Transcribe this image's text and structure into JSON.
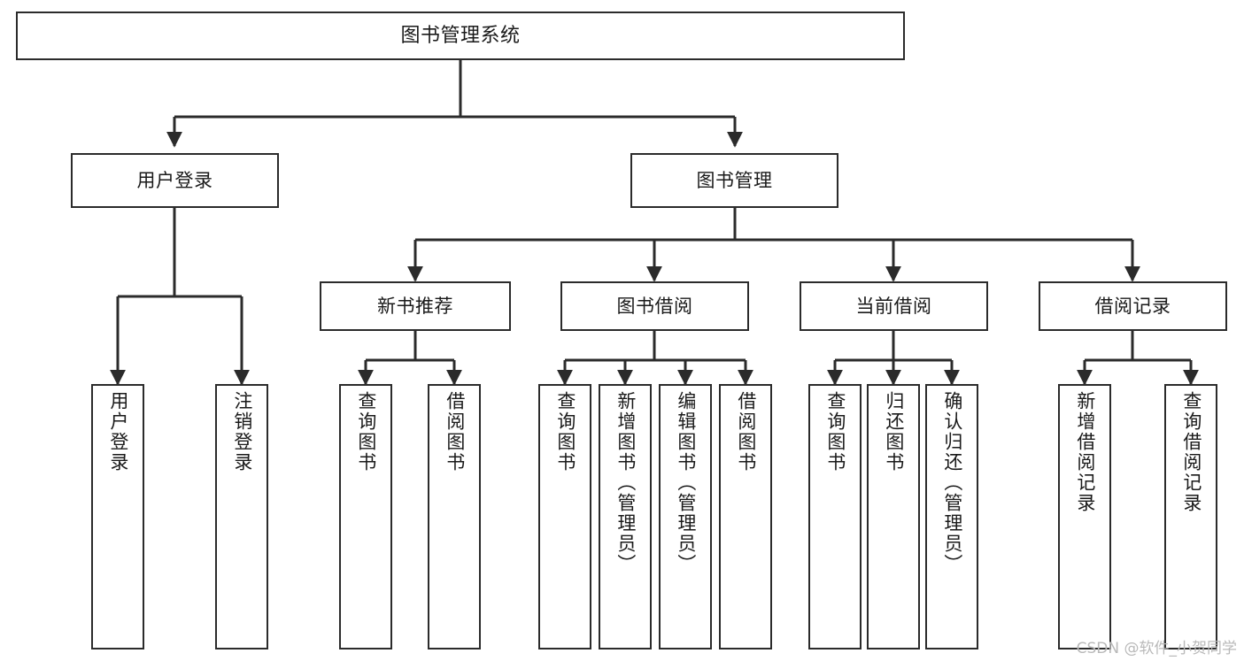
{
  "diagram": {
    "type": "tree",
    "title": "图书管理系统",
    "watermark": "CSDN @软件_小贺同学",
    "colors": {
      "background": "#ffffff",
      "stroke": "#2b2b2b",
      "text": "#1a1a1a",
      "watermark": "#b9b9b9"
    },
    "nodes": {
      "root": {
        "label": "图书管理系统"
      },
      "level1": [
        {
          "label": "用户登录"
        },
        {
          "label": "图书管理"
        }
      ],
      "level2": [
        {
          "label": "新书推荐"
        },
        {
          "label": "图书借阅"
        },
        {
          "label": "当前借阅"
        },
        {
          "label": "借阅记录"
        }
      ],
      "leaves_user_login": [
        {
          "label": "用户登录"
        },
        {
          "label": "注销登录"
        }
      ],
      "leaves_new_book": [
        {
          "label": "查询图书"
        },
        {
          "label": "借阅图书"
        }
      ],
      "leaves_borrow": [
        {
          "label": "查询图书"
        },
        {
          "label": "新增图书（管理员）"
        },
        {
          "label": "编辑图书（管理员）"
        },
        {
          "label": "借阅图书"
        }
      ],
      "leaves_current": [
        {
          "label": "查询图书"
        },
        {
          "label": "归还图书"
        },
        {
          "label": "确认归还（管理员）"
        }
      ],
      "leaves_records": [
        {
          "label": "新增借阅记录"
        },
        {
          "label": "查询借阅记录"
        }
      ]
    }
  }
}
